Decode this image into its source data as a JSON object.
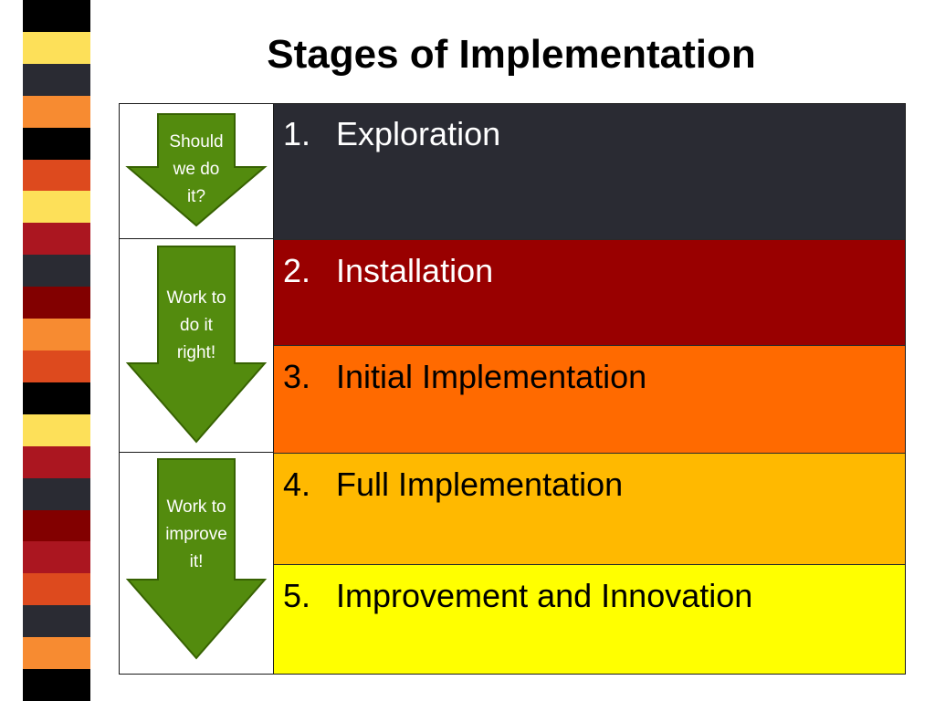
{
  "title": "Stages of Implementation",
  "colors": {
    "dark": "#2a2b33",
    "dark_red": "#990000",
    "red": "#ab1620",
    "maroon": "#820000",
    "orange": "#ff6a00",
    "orange_light": "#f78b31",
    "amber": "#ffb900",
    "yellow": "#ffff00",
    "yellow_pale": "#fde059",
    "red_orange": "#dd4a1e",
    "black": "#000000",
    "arrow_green": "#538b0e",
    "arrow_stroke": "#376202"
  },
  "stripes": [
    "black",
    "yellow_pale",
    "dark",
    "orange_light",
    "black",
    "red_orange",
    "yellow_pale",
    "red",
    "dark",
    "maroon",
    "orange_light",
    "red_orange",
    "black",
    "yellow_pale",
    "red",
    "dark",
    "maroon",
    "red",
    "red_orange",
    "dark",
    "orange_light",
    "black"
  ],
  "stages": [
    {
      "num": "1.",
      "label": "Exploration",
      "bg": "#2a2b33",
      "text_color": "#ffffff"
    },
    {
      "num": "2.",
      "label": "Installation",
      "bg": "#990000",
      "text_color": "#ffffff"
    },
    {
      "num": "3.",
      "label": "Initial Implementation",
      "bg": "#ff6a00",
      "text_color": "#000000"
    },
    {
      "num": "4.",
      "label": "Full Implementation",
      "bg": "#ffb900",
      "text_color": "#000000"
    },
    {
      "num": "5.",
      "label": "Improvement and Innovation",
      "bg": "#ffff00",
      "text_color": "#000000"
    }
  ],
  "arrows": [
    {
      "lines": [
        "Should",
        "we do",
        "it?"
      ]
    },
    {
      "lines": [
        "Work to",
        "do it",
        "right!"
      ]
    },
    {
      "lines": [
        "Work to",
        "improve",
        "it!"
      ]
    }
  ]
}
